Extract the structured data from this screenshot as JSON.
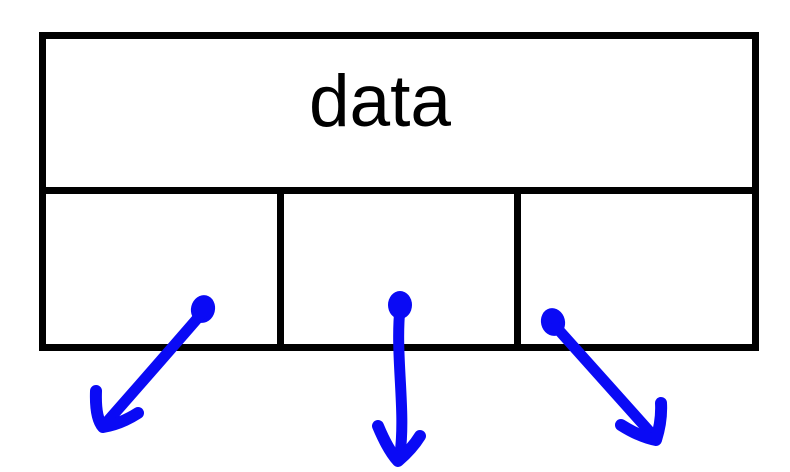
{
  "diagram": {
    "header_label": "data",
    "cells": [
      "",
      "",
      ""
    ],
    "colors": {
      "outline": "#000000",
      "arrow": "#0a0af5",
      "background": "#ffffff"
    },
    "arrows": [
      {
        "name": "arrow-1",
        "from": "cell-1",
        "direction": "down-left"
      },
      {
        "name": "arrow-2",
        "from": "cell-2",
        "direction": "down"
      },
      {
        "name": "arrow-3",
        "from": "cell-3",
        "direction": "down-right"
      }
    ]
  }
}
